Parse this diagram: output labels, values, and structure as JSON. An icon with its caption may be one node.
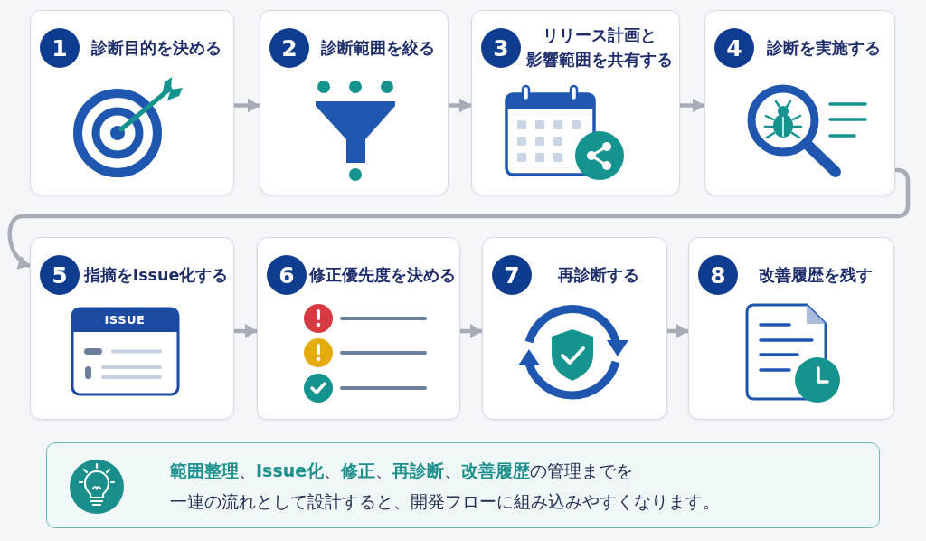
{
  "diagram": {
    "nodes": [
      {
        "text": [
          "1",
          "診断目的を決める"
        ]
      },
      {
        "text": [
          "2",
          "診断範囲を絞る"
        ]
      },
      {
        "text": [
          "3",
          "リリース計画と影響範囲を共有する"
        ]
      },
      {
        "text": [
          "4",
          "診断を実施する"
        ]
      },
      {
        "text": [
          "5",
          "指摘をIssue化する"
        ]
      },
      {
        "text": [
          "6",
          "修正優先度を決める"
        ]
      },
      {
        "text": [
          "7",
          "再診断する"
        ]
      },
      {
        "text": [
          "8",
          "改善履歴を残す"
        ]
      },
      {
        "text": [
          "**範囲整理**、**Issue化**、**修正**、**再診断**、**改善履歴**の管理までを一連の流れとして設計すると、開発フローに組み込みやすくなります。"
        ]
      }
    ],
    "edges": [
      {
        "from": 0,
        "to": 1,
        "arrow": "to"
      },
      {
        "from": 1,
        "to": 2,
        "arrow": "to"
      },
      {
        "from": 2,
        "to": 3,
        "arrow": "to"
      },
      {
        "from": 3,
        "to": 4,
        "arrow": "to"
      },
      {
        "from": 4,
        "to": 5,
        "arrow": "to"
      },
      {
        "from": 5,
        "to": 6,
        "arrow": "to"
      },
      {
        "from": 6,
        "to": 7,
        "arrow": "to"
      }
    ],
    "labels": [
      "ISSUE"
    ]
  }
}
